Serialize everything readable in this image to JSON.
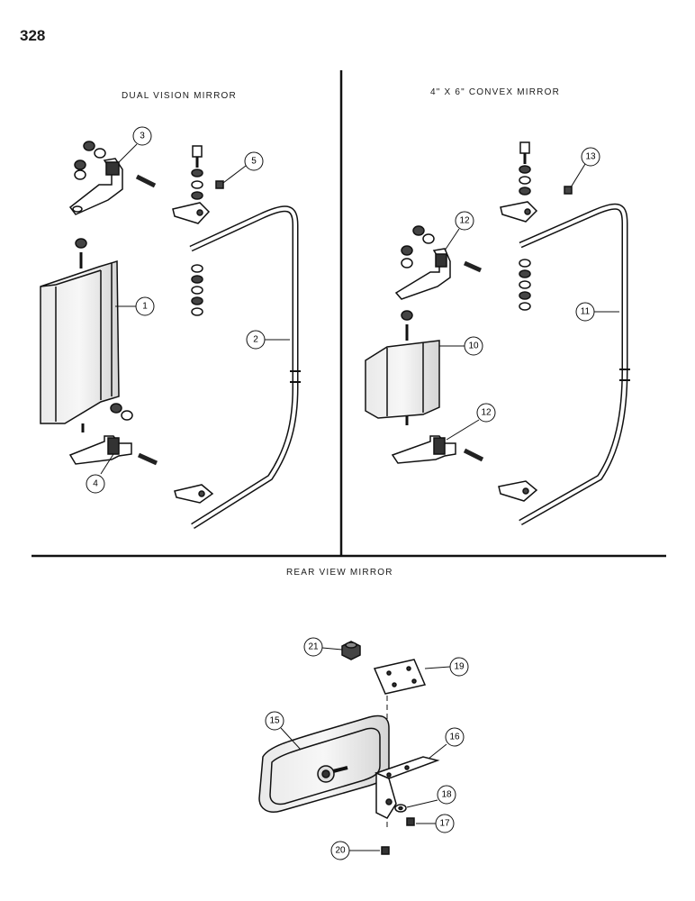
{
  "page_number": "328",
  "sections": {
    "dual": {
      "title": "DUAL VISION MIRROR"
    },
    "convex": {
      "title": "4\" X 6\" CONVEX MIRROR"
    },
    "rear": {
      "title": "REAR VIEW MIRROR"
    }
  },
  "callouts": {
    "c1": "1",
    "c2": "2",
    "c3": "3",
    "c4": "4",
    "c5": "5",
    "c10": "10",
    "c11": "11",
    "c12a": "12",
    "c12b": "12",
    "c13": "13",
    "c15": "15",
    "c16": "16",
    "c17": "17",
    "c18": "18",
    "c19": "19",
    "c20": "20",
    "c21": "21"
  }
}
